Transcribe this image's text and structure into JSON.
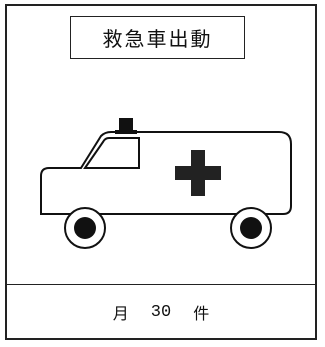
{
  "title": "救急車出動",
  "footer": {
    "month_label": "月",
    "count": "30",
    "unit": "件"
  }
}
